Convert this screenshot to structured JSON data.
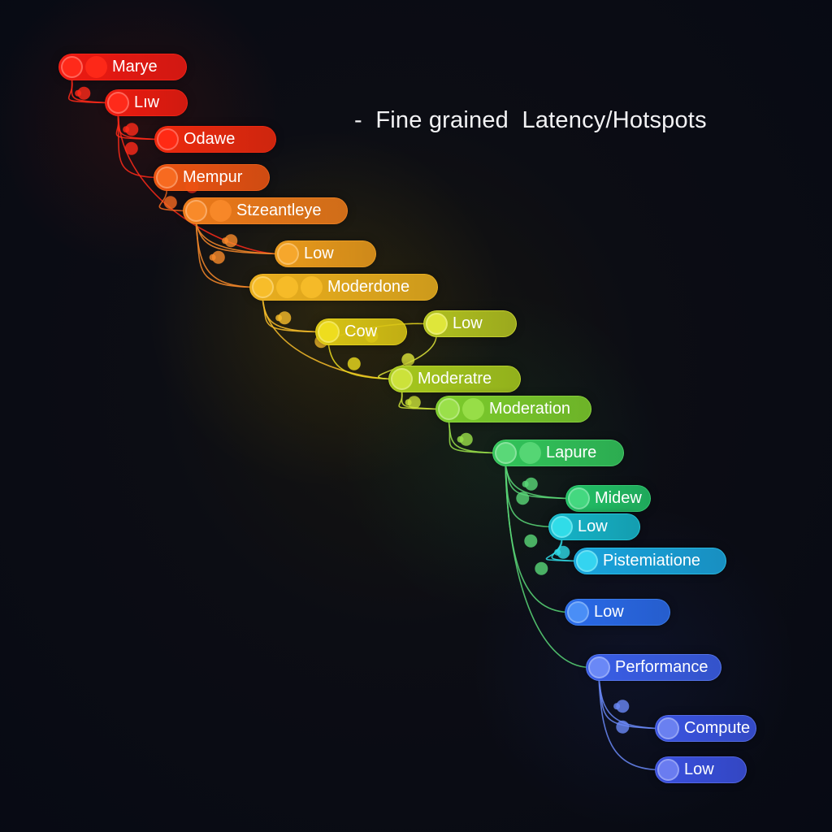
{
  "title": "-  Fine grained  Latency/Hotspots",
  "nodes": [
    {
      "id": "n1",
      "label": "Marye",
      "dots": 2,
      "color": "#ee1a12",
      "dot_color": "#ff2a1a"
    },
    {
      "id": "n2",
      "label": "Lıw",
      "dots": 1,
      "color": "#ec1c10",
      "dot_color": "#ff2a1a"
    },
    {
      "id": "n3",
      "label": "Odawe",
      "dots": 1,
      "color": "#ec2a0e",
      "dot_color": "#ff2a14"
    },
    {
      "id": "n4",
      "label": "Mempur",
      "dots": 1,
      "color": "#ec5412",
      "dot_color": "#f76a20"
    },
    {
      "id": "n5",
      "label": "Stzeantleye",
      "dots": 2,
      "color": "#ec7a1a",
      "dot_color": "#f88a2a"
    },
    {
      "id": "n6",
      "label": "Low",
      "dots": 1,
      "color": "#e99a1c",
      "dot_color": "#f6a72c"
    },
    {
      "id": "n7",
      "label": "Moderdone",
      "dots": 3,
      "color": "#e9ae1e",
      "dot_color": "#f7bd2a"
    },
    {
      "id": "n8",
      "label": "Cow",
      "dots": 1,
      "color": "#d9c415",
      "dot_color": "#eedd1e"
    },
    {
      "id": "n9",
      "label": "Low",
      "dots": 1,
      "color": "#b0c020",
      "dot_color": "#dfe63a"
    },
    {
      "id": "n10",
      "label": "Moderatre",
      "dots": 1,
      "color": "#a6c81e",
      "dot_color": "#cce23a"
    },
    {
      "id": "n11",
      "label": "Moderation",
      "dots": 2,
      "color": "#7ccc2c",
      "dot_color": "#9ae04a"
    },
    {
      "id": "n12",
      "label": "Lapure",
      "dots": 2,
      "color": "#32c45a",
      "dot_color": "#5ad878"
    },
    {
      "id": "n13",
      "label": "Midew",
      "dots": 1,
      "color": "#22c066",
      "dot_color": "#44d880"
    },
    {
      "id": "n14",
      "label": "Low",
      "dots": 1,
      "color": "#16b4c8",
      "dot_color": "#30dce8"
    },
    {
      "id": "n15",
      "label": "Pistemiatione",
      "dots": 1,
      "color": "#1aa4dc",
      "dot_color": "#34d4f0"
    },
    {
      "id": "n16",
      "label": "Low",
      "dots": 1,
      "color": "#2a6ae8",
      "dot_color": "#4a8ef6"
    },
    {
      "id": "n17",
      "label": "Performance",
      "dots": 1,
      "color": "#3a5ee6",
      "dot_color": "#6a88f6"
    },
    {
      "id": "n18",
      "label": "Compute",
      "dots": 1,
      "color": "#3a54e0",
      "dot_color": "#6a80f0"
    },
    {
      "id": "n19",
      "label": "Low",
      "dots": 1,
      "color": "#3a50de",
      "dot_color": "#6a7cf0"
    }
  ],
  "edges": [
    [
      "n1",
      "n2"
    ],
    [
      "n1",
      "n2"
    ],
    [
      "n2",
      "n3"
    ],
    [
      "n2",
      "n3"
    ],
    [
      "n2",
      "n4"
    ],
    [
      "n2",
      "n6"
    ],
    [
      "n4",
      "n5"
    ],
    [
      "n5",
      "n6"
    ],
    [
      "n5",
      "n6"
    ],
    [
      "n5",
      "n7"
    ],
    [
      "n5",
      "n7"
    ],
    [
      "n7",
      "n8"
    ],
    [
      "n7",
      "n8"
    ],
    [
      "n7",
      "n10"
    ],
    [
      "n8",
      "n9"
    ],
    [
      "n8",
      "n10"
    ],
    [
      "n9",
      "n10"
    ],
    [
      "n10",
      "n11"
    ],
    [
      "n10",
      "n11"
    ],
    [
      "n11",
      "n12"
    ],
    [
      "n11",
      "n12"
    ],
    [
      "n12",
      "n13"
    ],
    [
      "n12",
      "n13"
    ],
    [
      "n12",
      "n14"
    ],
    [
      "n12",
      "n16"
    ],
    [
      "n12",
      "n17"
    ],
    [
      "n14",
      "n15"
    ],
    [
      "n14",
      "n15"
    ],
    [
      "n17",
      "n18"
    ],
    [
      "n17",
      "n18"
    ],
    [
      "n17",
      "n19"
    ]
  ]
}
